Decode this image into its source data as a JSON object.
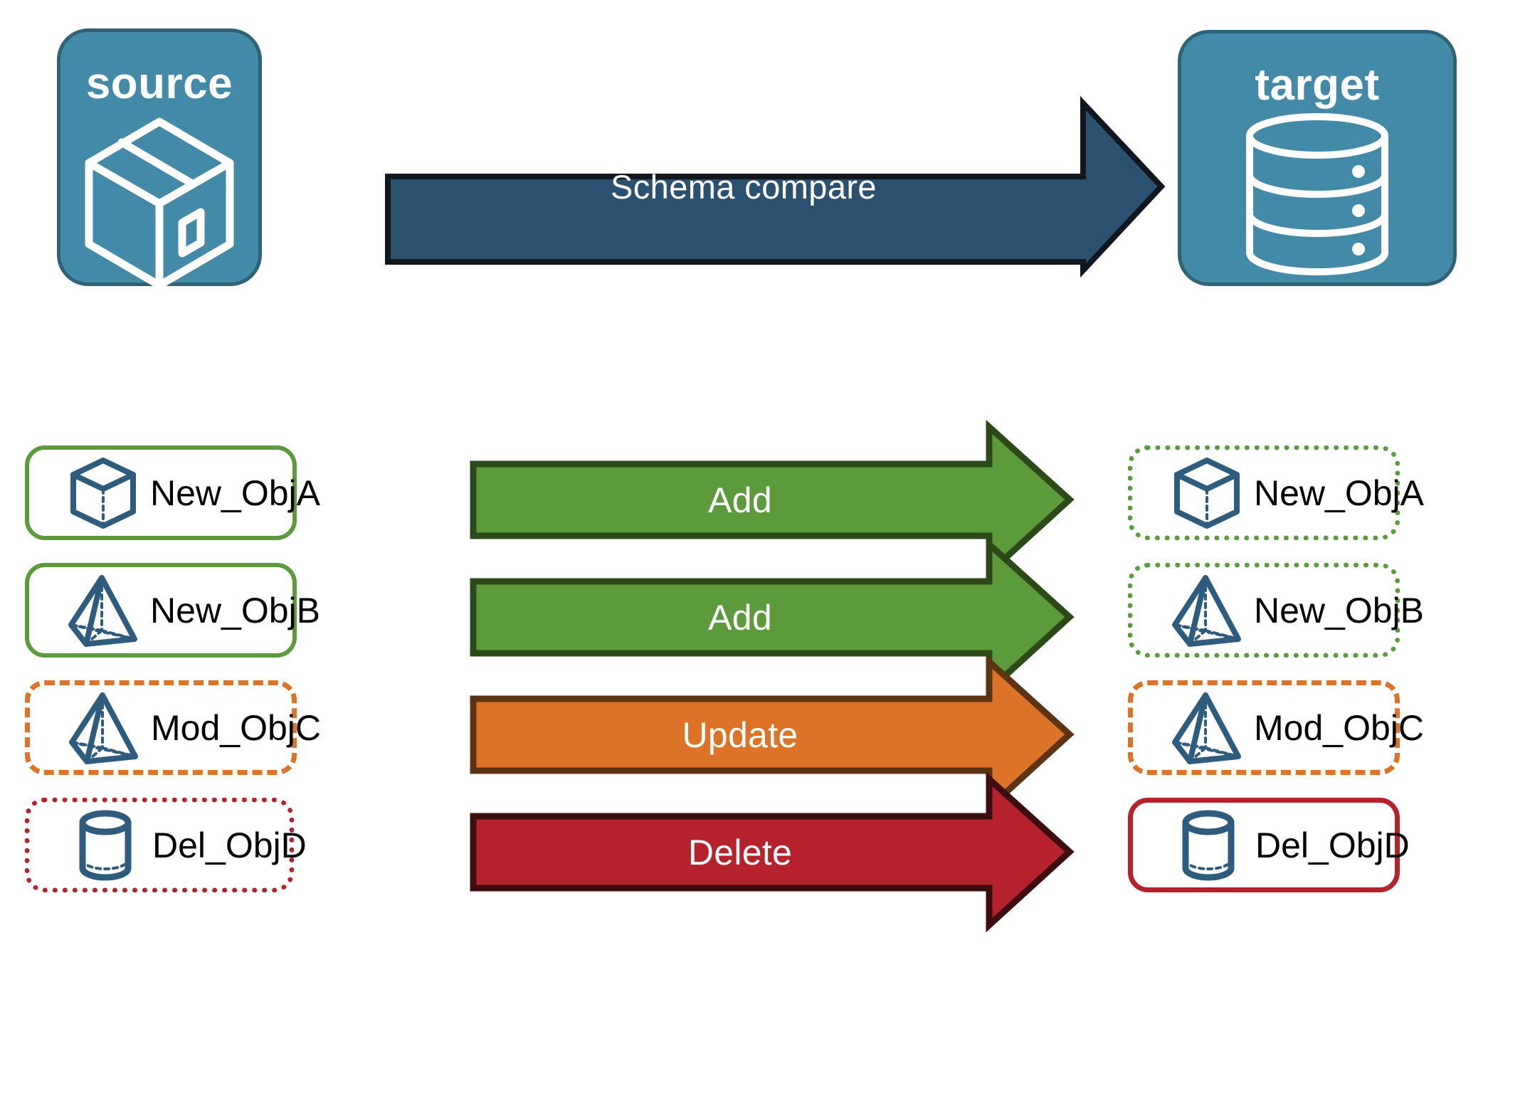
{
  "diagram": {
    "title": "Schema compare between source and target",
    "endpoints": {
      "source": {
        "label": "source",
        "icon": "package-box-icon",
        "fill": "#4389a8",
        "stroke": "#2e6277"
      },
      "target": {
        "label": "target",
        "icon": "database-cylinder-icon",
        "fill": "#4389a8",
        "stroke": "#2e6277"
      }
    },
    "main_arrow": {
      "label": "Schema compare",
      "fill": "#2b5171",
      "stroke": "#10171f",
      "direction": "right"
    },
    "colors": {
      "green": "#5b9b3c",
      "green_dark": "#2b4a18",
      "orange": "#dd7327",
      "orange_dark": "#5c3313",
      "red": "#b5222b",
      "red_dark": "#3d0d10",
      "icon_blue": "#2e5c7e",
      "teal": "#4389a8",
      "navy": "#2b5171"
    },
    "rows": [
      {
        "source": {
          "name": "New_ObjA",
          "icon": "wireframe-cube-icon",
          "border_style": "solid",
          "border_color": "#5b9b3c"
        },
        "action": {
          "label": "Add",
          "fill": "#5b9b3c",
          "stroke": "#2b4a18"
        },
        "target": {
          "name": "New_ObjA",
          "icon": "wireframe-cube-icon",
          "border_style": "dotted",
          "border_color": "#5b9b3c"
        }
      },
      {
        "source": {
          "name": "New_ObjB",
          "icon": "wireframe-pyramid-icon",
          "border_style": "solid",
          "border_color": "#5b9b3c"
        },
        "action": {
          "label": "Add",
          "fill": "#5b9b3c",
          "stroke": "#2b4a18"
        },
        "target": {
          "name": "New_ObjB",
          "icon": "wireframe-pyramid-icon",
          "border_style": "dotted",
          "border_color": "#5b9b3c"
        }
      },
      {
        "source": {
          "name": "Mod_ObjC",
          "icon": "wireframe-pyramid-icon",
          "border_style": "dashed",
          "border_color": "#dd7327"
        },
        "action": {
          "label": "Update",
          "fill": "#dd7327",
          "stroke": "#5c3313"
        },
        "target": {
          "name": "Mod_ObjC",
          "icon": "wireframe-pyramid-icon",
          "border_style": "dashed",
          "border_color": "#dd7327"
        }
      },
      {
        "source": {
          "name": "Del_ObjD",
          "icon": "wireframe-cylinder-icon",
          "border_style": "dotted",
          "border_color": "#b5222b"
        },
        "action": {
          "label": "Delete",
          "fill": "#b5222b",
          "stroke": "#3d0d10"
        },
        "target": {
          "name": "Del_ObjD",
          "icon": "wireframe-cylinder-icon",
          "border_style": "solid",
          "border_color": "#b5222b"
        }
      }
    ]
  }
}
